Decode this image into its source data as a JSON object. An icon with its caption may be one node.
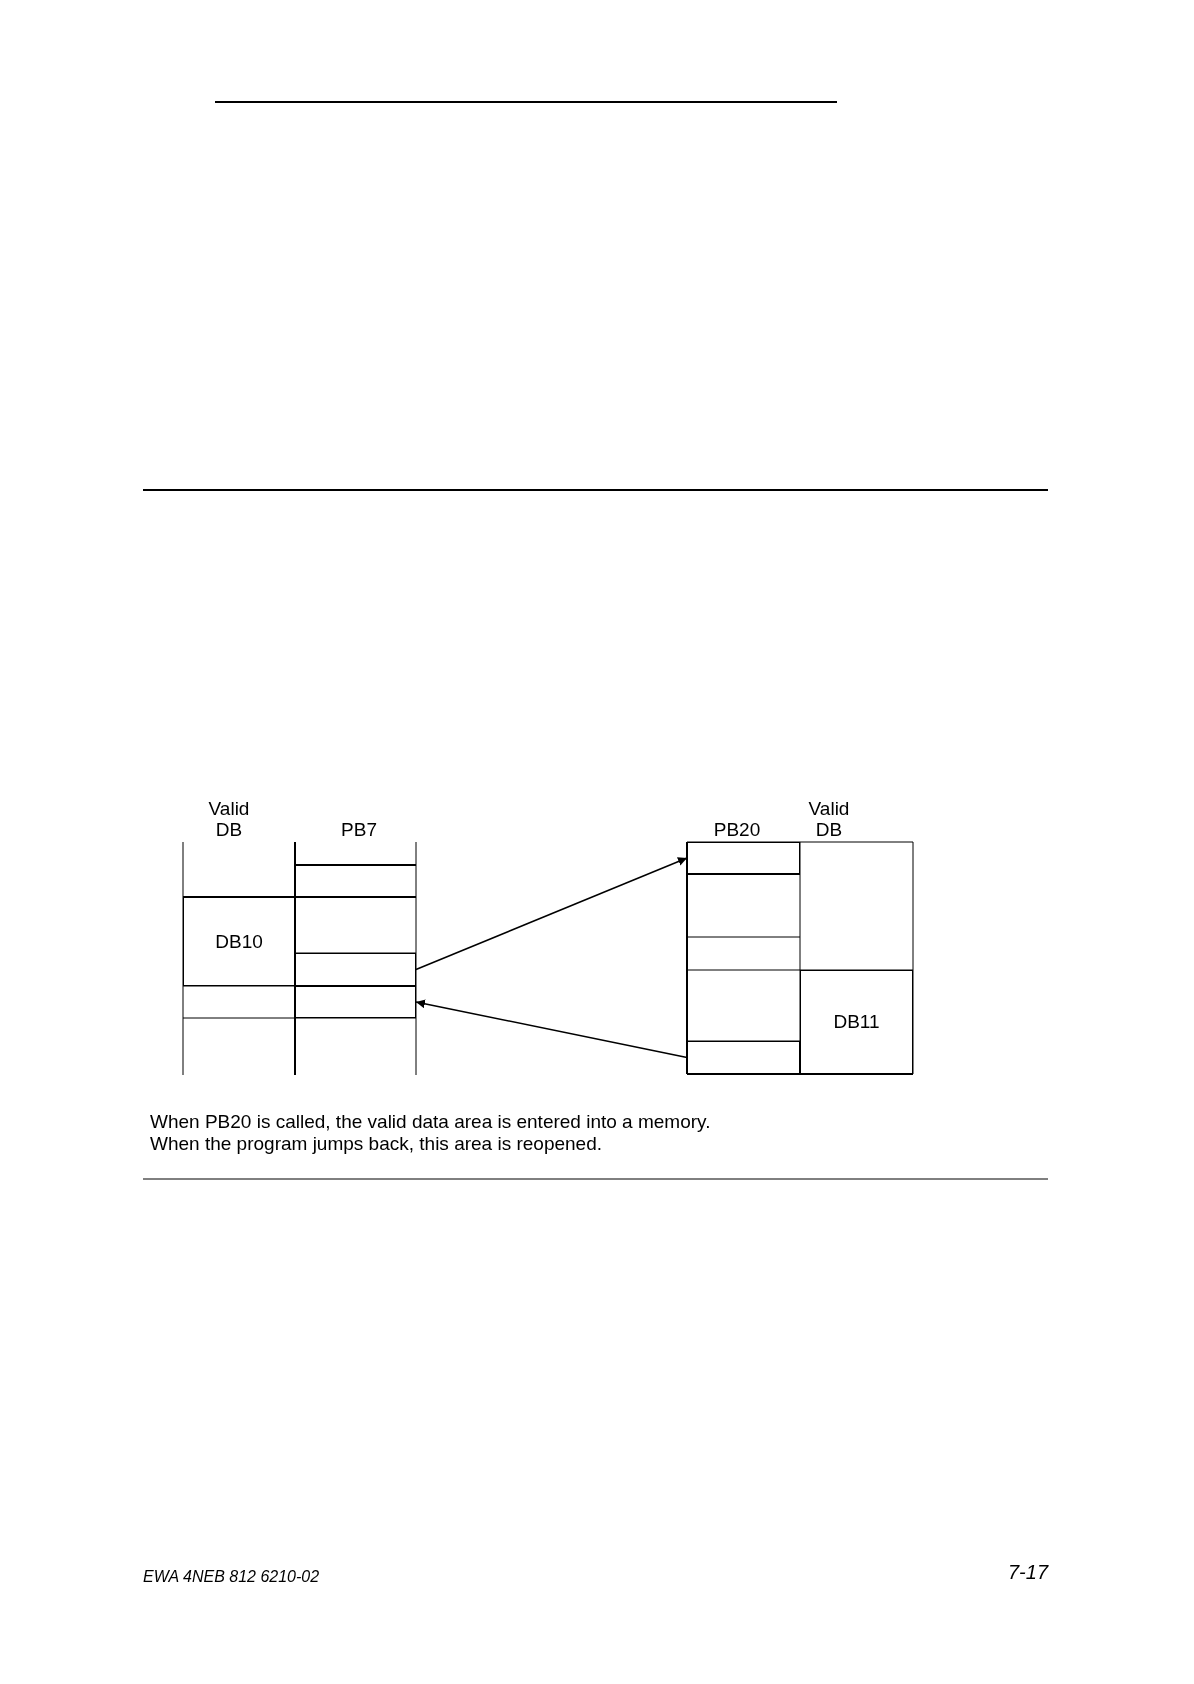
{
  "diagram": {
    "nodes": [
      {
        "text": [
          "DB10"
        ]
      },
      {
        "text": [],
        "shape": "box"
      },
      {
        "text": [],
        "shape": "box"
      },
      {
        "text": [],
        "shape": "box"
      },
      {
        "text": [],
        "shape": "box"
      },
      {
        "text": [
          "DB11"
        ]
      }
    ],
    "edges": [
      {
        "from": 1,
        "to": 3,
        "arrow": "to"
      },
      {
        "from": 4,
        "to": 2,
        "arrow": "to"
      }
    ],
    "labels": [
      "Valid DB",
      "PB7",
      "PB20",
      "Valid DB",
      "When PB20 is called, the valid data area is entered into a memory.",
      "When the program jumps back, this area is reopened.",
      "EWA 4NEB 812 6210-02",
      "7-17"
    ]
  }
}
